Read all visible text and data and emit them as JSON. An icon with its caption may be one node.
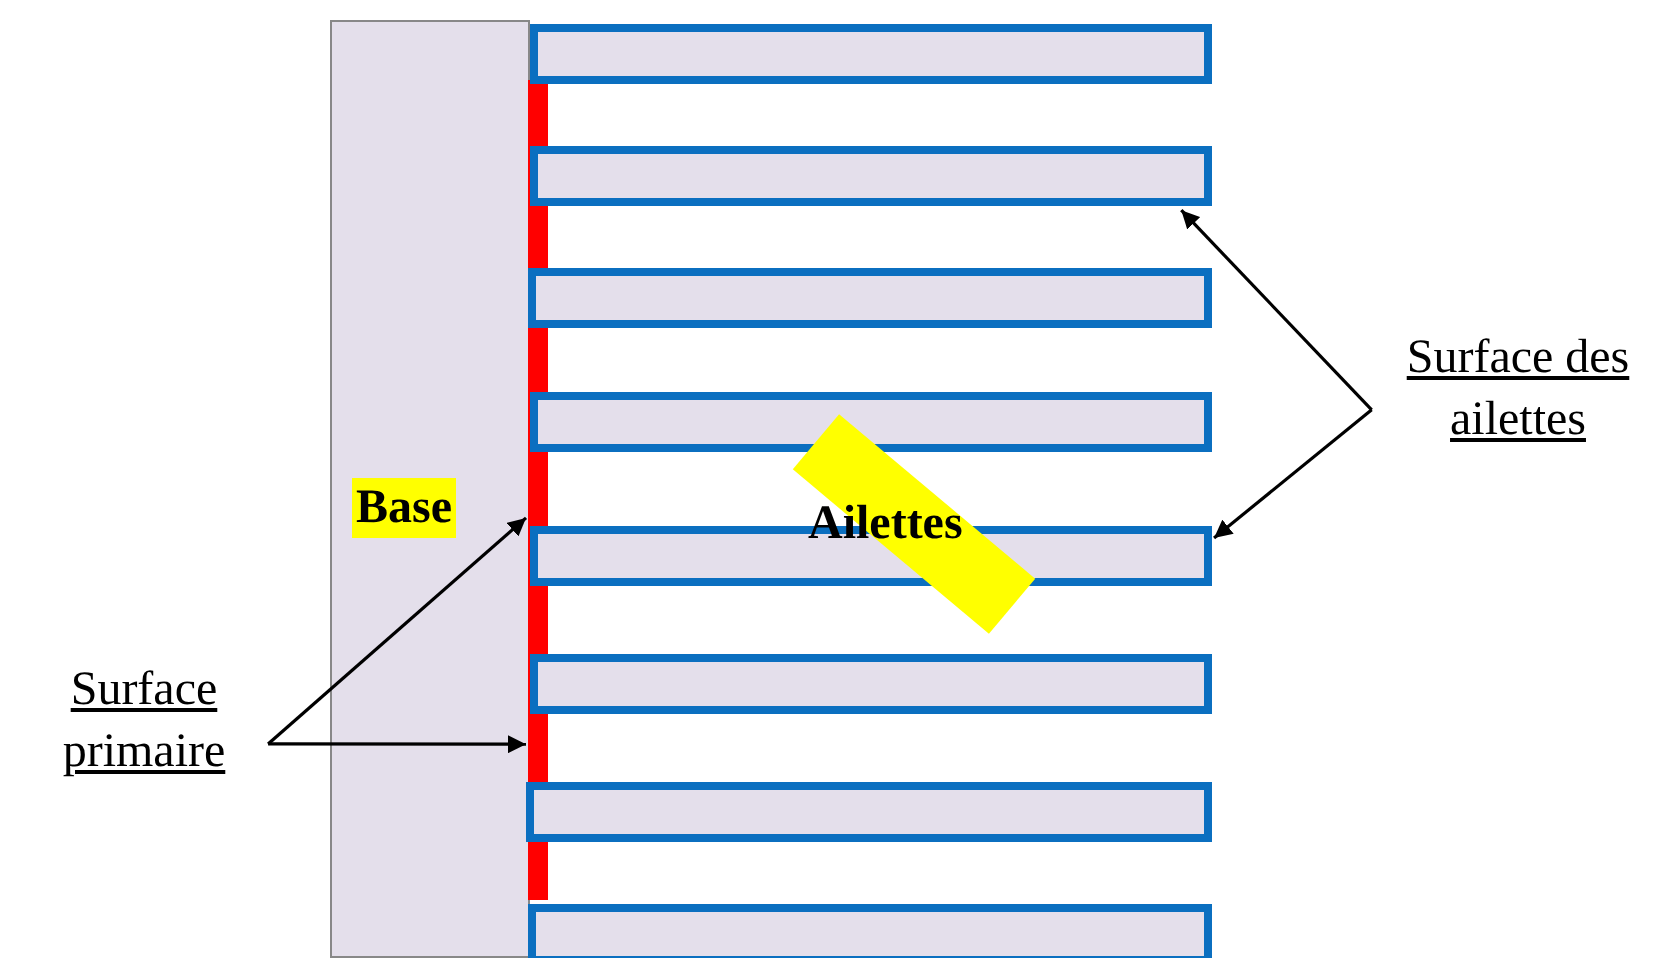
{
  "diagram": {
    "nodes": [
      {
        "text": [
          "Base"
        ]
      },
      {
        "text": [],
        "shape": "bar"
      },
      {
        "text": [],
        "shape": "bar"
      },
      {
        "text": [],
        "shape": "bar"
      },
      {
        "text": [],
        "shape": "bar"
      },
      {
        "text": [],
        "shape": "bar"
      },
      {
        "text": [],
        "shape": "bar"
      },
      {
        "text": [],
        "shape": "bar"
      },
      {
        "text": [],
        "shape": "bar"
      },
      {
        "text": [],
        "shape": "bar"
      },
      {
        "text": [
          "Surface primaire"
        ]
      },
      {
        "text": [
          "Surface des ailettes"
        ]
      }
    ],
    "edges": [
      {
        "from": 10,
        "to": 1,
        "arrow": "to"
      },
      {
        "from": 10,
        "to": 1,
        "arrow": "to"
      },
      {
        "from": 11,
        "to": 3,
        "arrow": "to"
      },
      {
        "from": 11,
        "to": 6,
        "arrow": "to"
      }
    ],
    "labels": [
      "Ailettes"
    ]
  }
}
